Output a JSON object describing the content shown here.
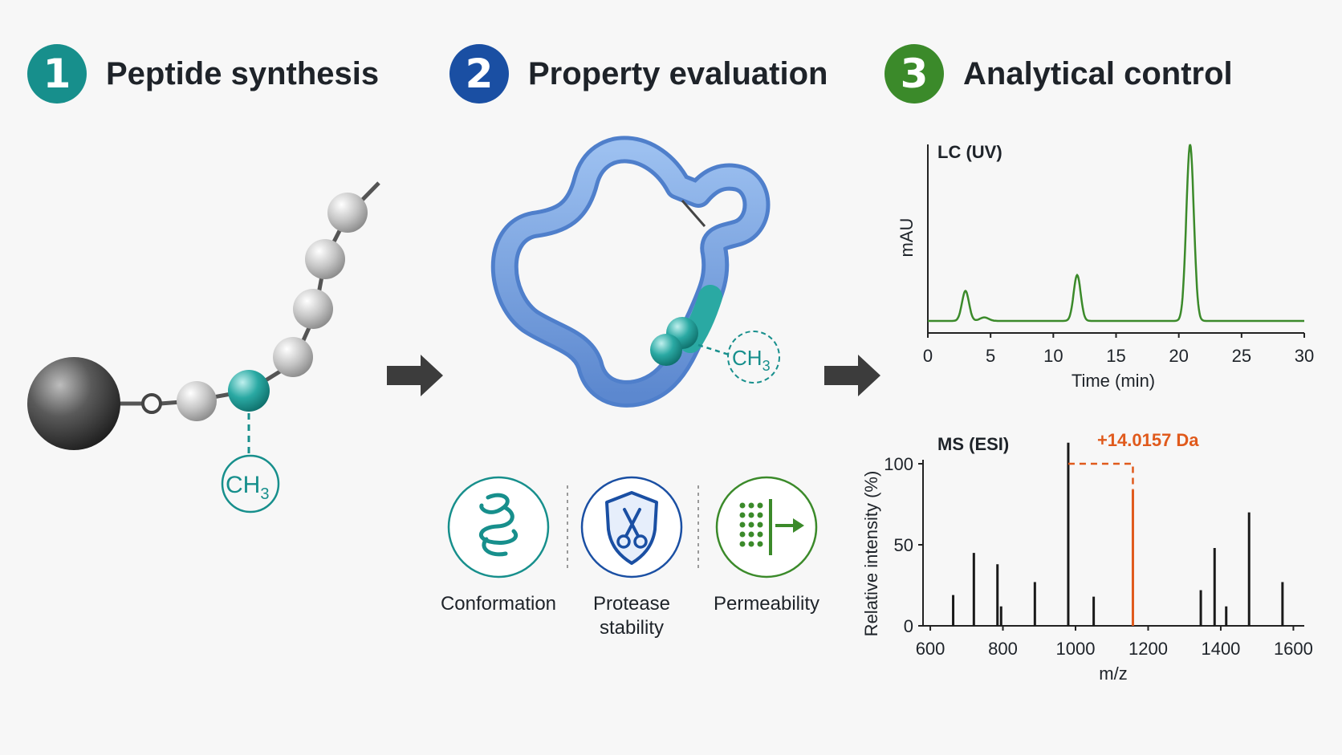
{
  "steps": [
    {
      "number": "1",
      "title": "Peptide synthesis",
      "color": "#178f8c"
    },
    {
      "number": "2",
      "title": "Property evaluation",
      "color": "#1a4fa3"
    },
    {
      "number": "3",
      "title": "Analytical control",
      "color": "#3b8a2a"
    }
  ],
  "synthesis": {
    "methyl_label": "CH",
    "methyl_subscript": "3"
  },
  "evaluation": {
    "methyl_label": "CH",
    "methyl_subscript": "3",
    "properties": [
      {
        "label": "Conformation",
        "icon": "ribbon-helix-icon",
        "color": "#178f8c"
      },
      {
        "label": "Protease stability",
        "icon": "shield-scissors-icon",
        "color": "#1a4fa3"
      },
      {
        "label": "Permeability",
        "icon": "membrane-arrow-icon",
        "color": "#3b8a2a"
      }
    ]
  },
  "chart_data": [
    {
      "type": "line",
      "title": "LC (UV)",
      "xlabel": "Time (min)",
      "ylabel": "mAU",
      "xlim": [
        0,
        30
      ],
      "xticks": [
        0,
        5,
        10,
        15,
        20,
        25,
        30
      ],
      "color": "#3b8a2a",
      "peaks": [
        {
          "x": 3.0,
          "height": 0.17
        },
        {
          "x": 4.5,
          "height": 0.02
        },
        {
          "x": 11.9,
          "height": 0.26
        },
        {
          "x": 20.9,
          "height": 1.0
        }
      ]
    },
    {
      "type": "bar",
      "title": "MS (ESI)",
      "xlabel": "m/z",
      "ylabel": "Relative intensity (%)",
      "xlim": [
        580,
        1630
      ],
      "ylim": [
        0,
        100
      ],
      "xticks": [
        600,
        800,
        1000,
        1200,
        1400,
        1600
      ],
      "yticks": [
        0,
        50,
        100
      ],
      "annotation": "+14.0157 Da",
      "annotation_color": "#e05a1c",
      "line_color": "#1a1a1a",
      "x": [
        663,
        720,
        785,
        795,
        888,
        980,
        1050,
        1158,
        1345,
        1383,
        1415,
        1478,
        1570
      ],
      "values": [
        19,
        45,
        38,
        12,
        27,
        113,
        18,
        84,
        22,
        48,
        12,
        70,
        27
      ],
      "highlight_index": 7
    }
  ]
}
